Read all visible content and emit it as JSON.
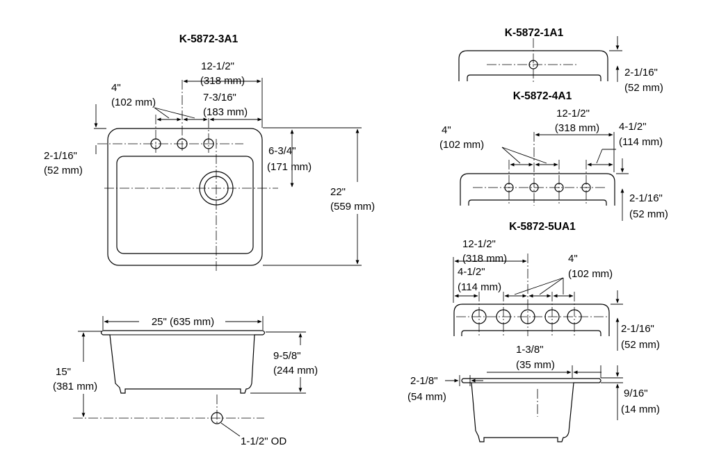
{
  "views": {
    "top_3a1": {
      "title": "K-5872-3A1",
      "dim_12_5": "12-1/2\"",
      "dim_12_5_mm": "(318 mm)",
      "dim_4": "4\"",
      "dim_4_mm": "(102 mm)",
      "dim_7_3_16": "7-3/16\"",
      "dim_7_3_16_mm": "(183 mm)",
      "dim_2_1_16": "2-1/16\"",
      "dim_2_1_16_mm": "(52 mm)",
      "dim_6_3_4": "6-3/4\"",
      "dim_6_3_4_mm": "(171 mm)",
      "dim_22": "22\"",
      "dim_22_mm": "(559 mm)"
    },
    "side": {
      "dim_25": "25\" (635 mm)",
      "dim_15": "15\"",
      "dim_15_mm": "(381 mm)",
      "dim_9_5_8": "9-5/8\"",
      "dim_9_5_8_mm": "(244 mm)",
      "drain_label": "1-1/2\" OD"
    },
    "top_1a1": {
      "title": "K-5872-1A1",
      "dim_2_1_16": "2-1/16\"",
      "dim_2_1_16_mm": "(52 mm)"
    },
    "top_4a1": {
      "title": "K-5872-4A1",
      "dim_12_5": "12-1/2\"",
      "dim_12_5_mm": "(318 mm)",
      "dim_4": "4\"",
      "dim_4_mm": "(102 mm)",
      "dim_4_1_2": "4-1/2\"",
      "dim_4_1_2_mm": "(114 mm)",
      "dim_2_1_16": "2-1/16\"",
      "dim_2_1_16_mm": "(52 mm)"
    },
    "top_5ua1": {
      "title": "K-5872-5UA1",
      "dim_12_5": "12-1/2\"",
      "dim_12_5_mm": "(318 mm)",
      "dim_4_1_2": "4-1/2\"",
      "dim_4_1_2_mm": "(114 mm)",
      "dim_4": "4\"",
      "dim_4_mm": "(102 mm)",
      "dim_2_1_16": "2-1/16\"",
      "dim_2_1_16_mm": "(52 mm)"
    },
    "side_small": {
      "dim_1_3_8": "1-3/8\"",
      "dim_1_3_8_mm": "(35 mm)",
      "dim_2_1_8": "2-1/8\"",
      "dim_2_1_8_mm": "(54 mm)",
      "dim_9_16": "9/16\"",
      "dim_9_16_mm": "(14 mm)"
    }
  }
}
